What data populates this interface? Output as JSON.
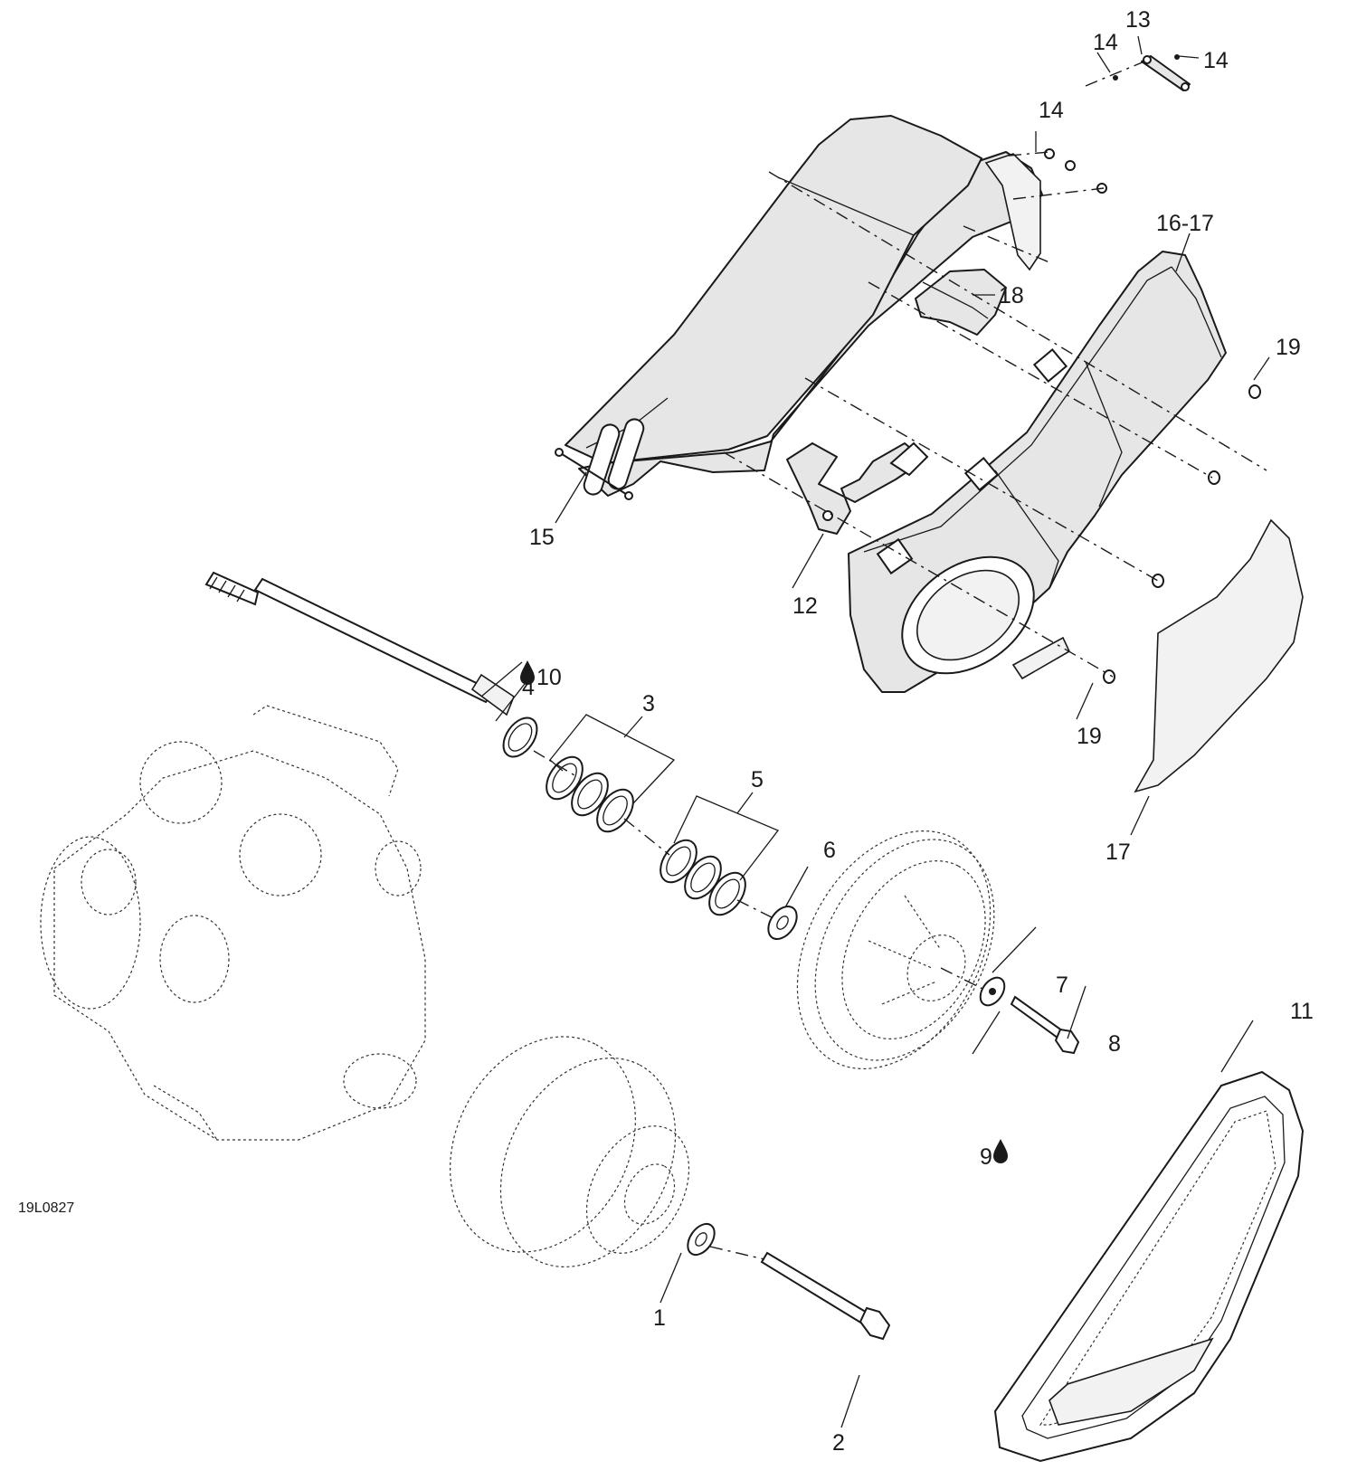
{
  "diagram": {
    "code": "19L0827",
    "icons": {
      "lubricant": "oil-drop-icon"
    },
    "callouts": [
      {
        "id": "1",
        "text": "1"
      },
      {
        "id": "2",
        "text": "2"
      },
      {
        "id": "3",
        "text": "3"
      },
      {
        "id": "4",
        "text": "4"
      },
      {
        "id": "5",
        "text": "5"
      },
      {
        "id": "6",
        "text": "6"
      },
      {
        "id": "7",
        "text": "7"
      },
      {
        "id": "8",
        "text": "8"
      },
      {
        "id": "9",
        "text": "9"
      },
      {
        "id": "10",
        "text": "10"
      },
      {
        "id": "11",
        "text": "11"
      },
      {
        "id": "12",
        "text": "12"
      },
      {
        "id": "13",
        "text": "13"
      },
      {
        "id": "14a",
        "text": "14"
      },
      {
        "id": "14b",
        "text": "14"
      },
      {
        "id": "14c",
        "text": "14"
      },
      {
        "id": "15",
        "text": "15"
      },
      {
        "id": "16-17",
        "text": "16-17"
      },
      {
        "id": "17",
        "text": "17"
      },
      {
        "id": "18",
        "text": "18"
      },
      {
        "id": "19a",
        "text": "19"
      },
      {
        "id": "19b",
        "text": "19"
      }
    ]
  }
}
